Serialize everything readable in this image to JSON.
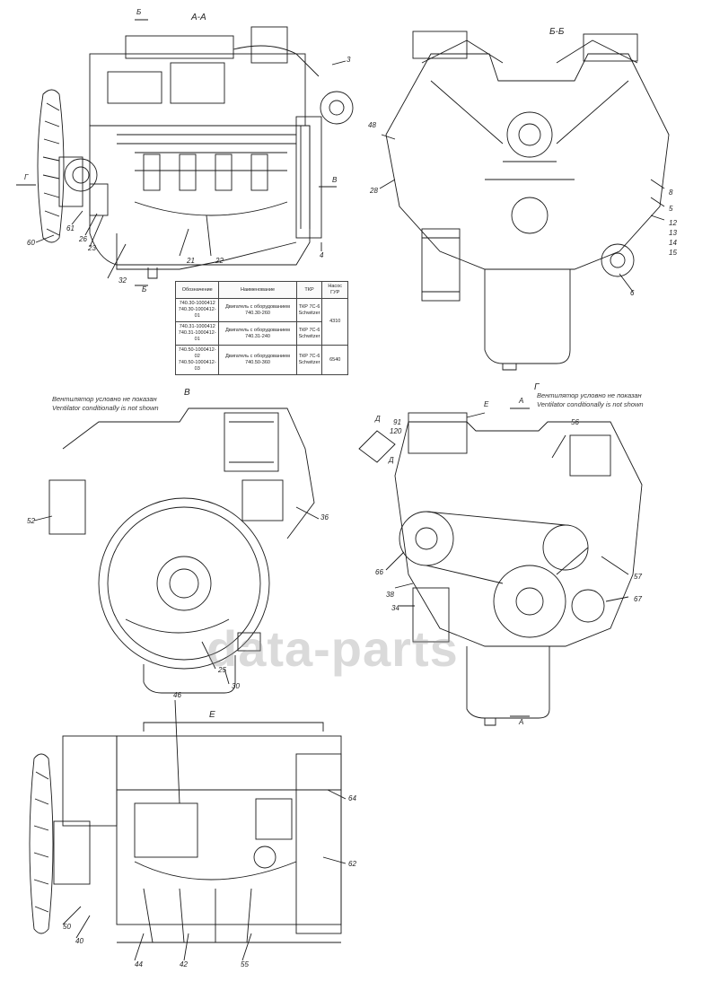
{
  "views": {
    "aa": "А-А",
    "bb": "Б-Б",
    "v": "В",
    "g": "Г",
    "e": "Е"
  },
  "markers": {
    "b_top": "Б",
    "b_bottom": "Б",
    "g_left": "Г",
    "v_right": "В",
    "a_top": "А",
    "a_bottom": "А",
    "e_top": "Е",
    "d1": "Д",
    "d2": "Д"
  },
  "notes": {
    "v_ru": "Вентилятор условно не показан",
    "v_en": "Ventilator conditionally is not shown",
    "g_ru": "Вентилятор условно не показан",
    "g_en": "Ventilator conditionally is not shown"
  },
  "table": {
    "headers": [
      "Обозначение",
      "Наименование",
      "ТКР",
      "Насос ГУР"
    ],
    "rows": [
      {
        "designation": [
          "740.30-1000412",
          "740.30-1000412-01"
        ],
        "name": "Двигатель с оборудованием 740.30-260",
        "tkr": [
          "ТКР 7С-6",
          "Schwitzer"
        ],
        "pump": "4310"
      },
      {
        "designation": [
          "740.31-1000412",
          "740.31-1000412-01"
        ],
        "name": "Двигатель с оборудованием 740.31-240",
        "tkr": [
          "ТКР 7С-6",
          "Schwitzer"
        ],
        "pump": ""
      },
      {
        "designation": [
          "740.50-1000412-02",
          "740.50-1000412-03"
        ],
        "name": "Двигатель с оборудованием 740.50-360",
        "tkr": [
          "ТКР 7С-6",
          "Schwitzer"
        ],
        "pump": "6540"
      }
    ]
  },
  "callouts": {
    "aa": [
      "3",
      "4",
      "60",
      "61",
      "26",
      "23",
      "32",
      "21",
      "22"
    ],
    "bb": [
      "48",
      "28",
      "8",
      "5",
      "12",
      "13",
      "14",
      "15",
      "6"
    ],
    "v": [
      "52",
      "36",
      "25",
      "30"
    ],
    "g": [
      "91",
      "120",
      "56",
      "66",
      "38",
      "34",
      "57",
      "67"
    ],
    "e": [
      "46",
      "64",
      "62",
      "50",
      "40",
      "44",
      "42",
      "55"
    ]
  },
  "watermark": "data-parts"
}
